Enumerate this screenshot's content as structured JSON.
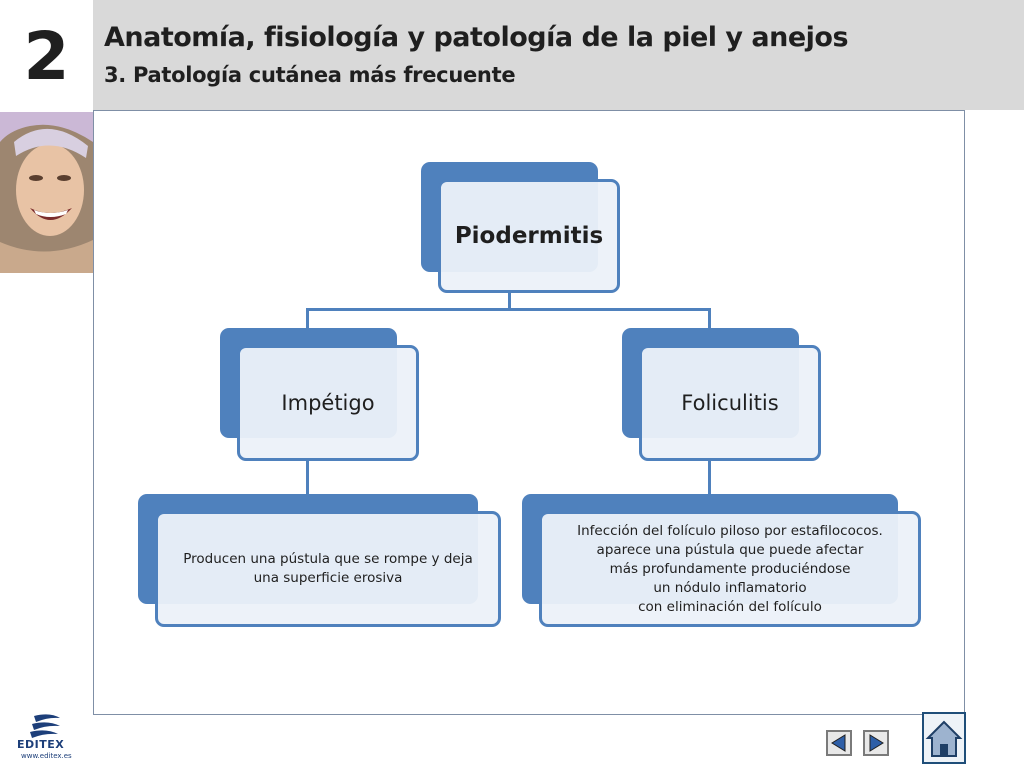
{
  "header": {
    "chapter_number": "2",
    "title": "Anatomía, fisiología y patología de la piel y anejos",
    "subtitle": "3. Patología cutánea más frecuente"
  },
  "diagram": {
    "root": {
      "label": "Piodermitis"
    },
    "children": [
      {
        "label": "Impétigo",
        "description_lines": [
          "Producen una pústula que se  rompe y deja",
          "una superficie erosiva"
        ]
      },
      {
        "label": "Foliculitis",
        "description_lines": [
          "Infección del folículo piloso por estafilococos.",
          "aparece una pústula que puede afectar",
          "más profundamente produciéndose",
          "un nódulo inflamatorio",
          "con eliminación del folículo"
        ]
      }
    ]
  },
  "footer": {
    "logo_name": "EDITEX",
    "logo_url": "www.editex.es",
    "prev_icon": "triangle-left-icon",
    "next_icon": "triangle-right-icon",
    "home_icon": "home-icon"
  },
  "colors": {
    "accent": "#4f81bd",
    "header_band": "#d9d9d9",
    "frame_border": "#7f8fa6"
  }
}
